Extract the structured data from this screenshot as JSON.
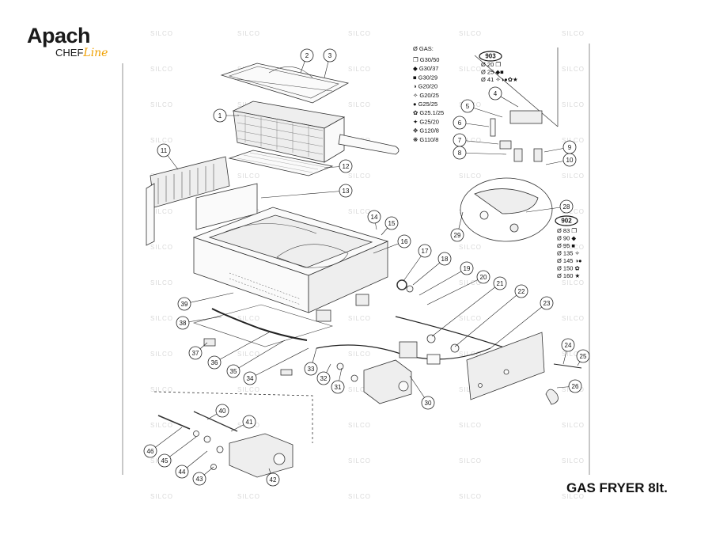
{
  "brand": {
    "name": "Apach",
    "sub_main": "CHEF",
    "sub_script": "Line"
  },
  "title": "GAS FRYER 8lt.",
  "watermark": "SILCO",
  "gas_legend": {
    "header": "Ø GAS:",
    "items": [
      {
        "symbol": "❐",
        "code": "G30/50"
      },
      {
        "symbol": "◆",
        "code": "G30/37"
      },
      {
        "symbol": "■",
        "code": "G30/29"
      },
      {
        "symbol": "◑",
        "code": "G20/20"
      },
      {
        "symbol": "✧",
        "code": "G20/25"
      },
      {
        "symbol": "●",
        "code": "G25/25"
      },
      {
        "symbol": "✿",
        "code": "G25.1/25"
      },
      {
        "symbol": "✦",
        "code": "G25/20"
      },
      {
        "symbol": "✥",
        "code": "G120/8"
      },
      {
        "symbol": "❋",
        "code": "G110/8"
      }
    ]
  },
  "box_903": {
    "label": "903",
    "rows": [
      {
        "dia": "Ø 20",
        "syms": "❐"
      },
      {
        "dia": "Ø 25",
        "syms": "◆■"
      },
      {
        "dia": "Ø 41",
        "syms": "✧◑●✿★"
      }
    ]
  },
  "box_902": {
    "label": "902",
    "rows": [
      {
        "dia": "Ø 83",
        "syms": "❐"
      },
      {
        "dia": "Ø 90",
        "syms": "◆"
      },
      {
        "dia": "Ø 95",
        "syms": "■"
      },
      {
        "dia": "Ø 135",
        "syms": "✧"
      },
      {
        "dia": "Ø 145",
        "syms": "◑●"
      },
      {
        "dia": "Ø 150",
        "syms": "✿"
      },
      {
        "dia": "Ø 160",
        "syms": "★"
      }
    ]
  },
  "callouts": [
    "1",
    "2",
    "3",
    "4",
    "5",
    "6",
    "7",
    "8",
    "9",
    "10",
    "11",
    "12",
    "13",
    "14",
    "15",
    "16",
    "17",
    "18",
    "19",
    "20",
    "21",
    "22",
    "23",
    "24",
    "25",
    "26",
    "28",
    "29",
    "30",
    "31",
    "32",
    "33",
    "34",
    "35",
    "36",
    "37",
    "38",
    "39",
    "40",
    "41",
    "42",
    "43",
    "44",
    "45",
    "46"
  ]
}
